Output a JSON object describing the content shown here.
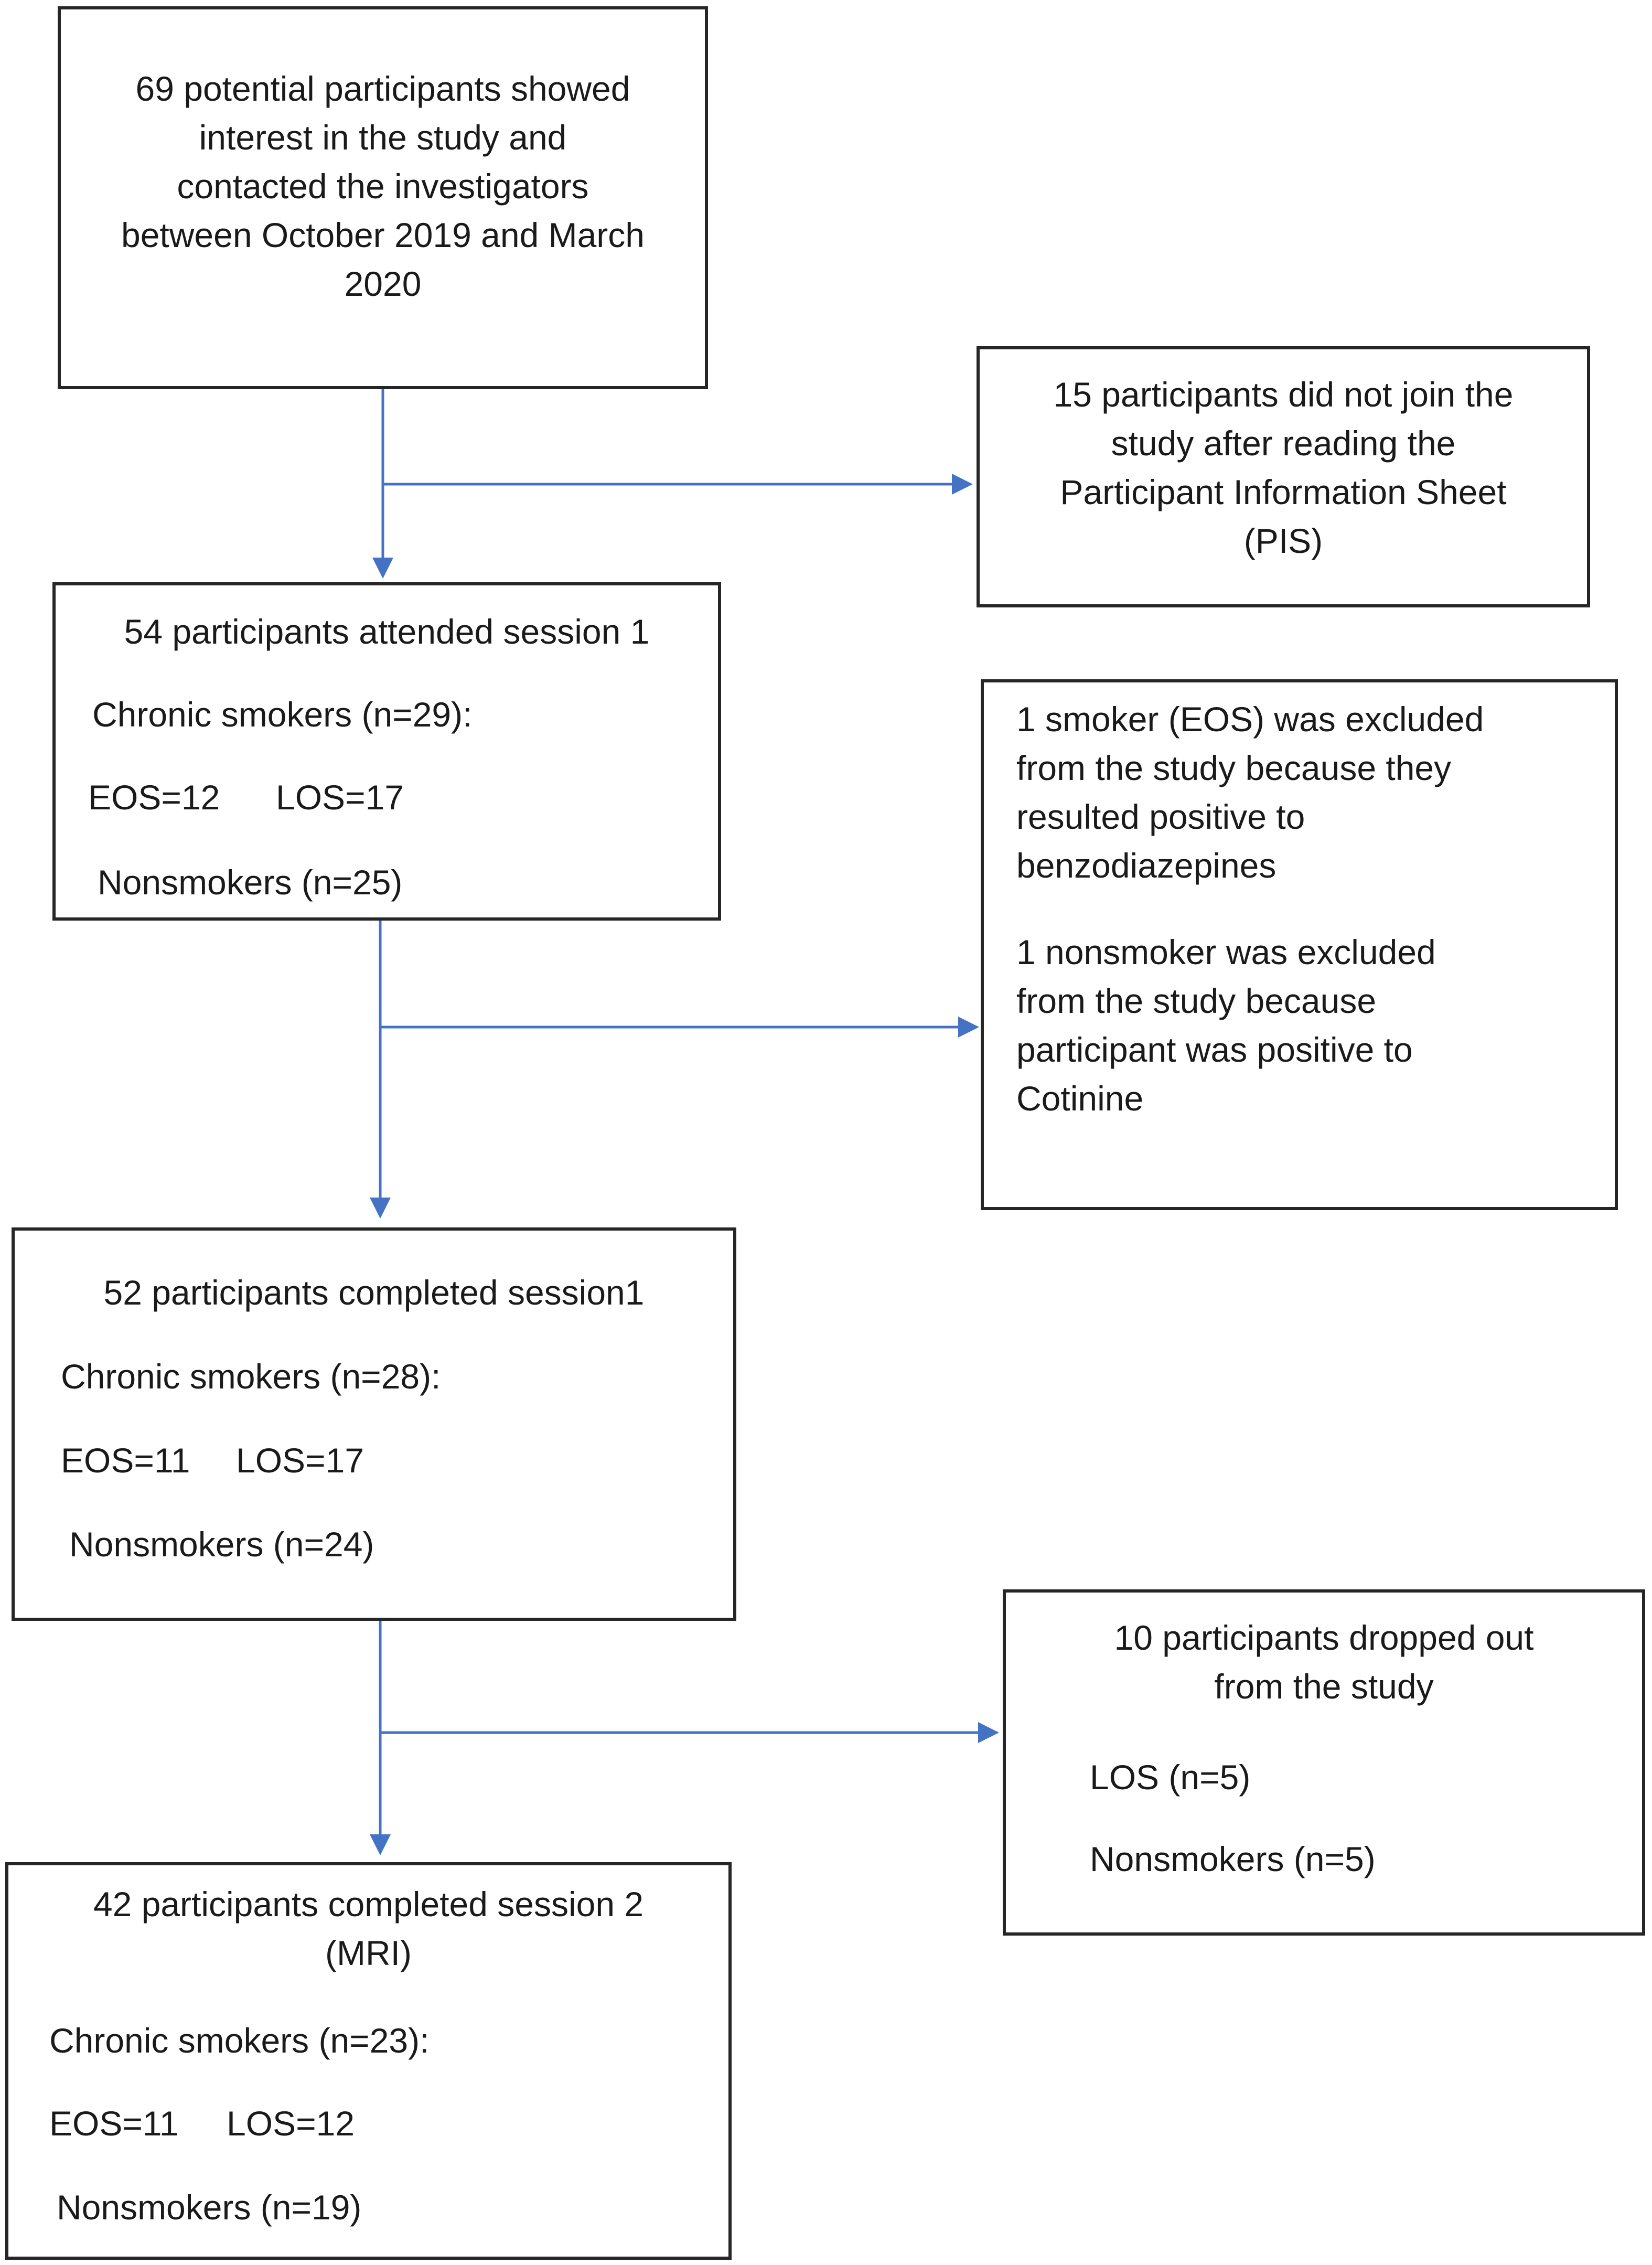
{
  "boxes": {
    "start": {
      "lines": [
        "69 potential participants showed",
        "interest in the study and",
        "contacted the investigators",
        "between October 2019 and March",
        "2020"
      ]
    },
    "excluded_pis": {
      "lines": [
        "15 participants did not join the",
        "study after reading the",
        "Participant Information Sheet",
        "(PIS)"
      ]
    },
    "session1_attended": {
      "title": "54 participants attended session 1",
      "smokers": "Chronic smokers (n=29):",
      "eos": "EOS=12",
      "los": "LOS=17",
      "nonsmokers": "Nonsmokers (n=25)"
    },
    "excluded_tests": {
      "para1": [
        "1 smoker (EOS) was excluded",
        "from the study because they",
        "resulted positive to",
        "benzodiazepines"
      ],
      "para2": [
        "1 nonsmoker was excluded",
        "from the study because",
        "participant was positive to",
        "Cotinine"
      ]
    },
    "session1_completed": {
      "title": "52 participants completed session1",
      "smokers": "Chronic smokers (n=28):",
      "eos": "EOS=11",
      "los": "LOS=17",
      "nonsmokers": "Nonsmokers (n=24)"
    },
    "dropped": {
      "lines": [
        "10 participants dropped out",
        "from the study"
      ],
      "los": "LOS (n=5)",
      "nonsmokers": "Nonsmokers (n=5)"
    },
    "session2_completed": {
      "title_lines": [
        "42 participants completed session 2",
        "(MRI)"
      ],
      "smokers": "Chronic smokers (n=23):",
      "eos": "EOS=11",
      "los": "LOS=12",
      "nonsmokers": "Nonsmokers (n=19)"
    }
  },
  "colors": {
    "connector": "#4472c4",
    "border": "#262626"
  }
}
